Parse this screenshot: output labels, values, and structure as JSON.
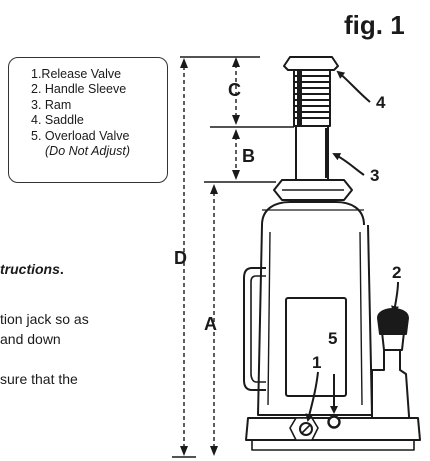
{
  "figure": {
    "title": "fig. 1"
  },
  "legend": {
    "items": [
      "1.Release Valve",
      "2. Handle Sleeve",
      "3. Ram",
      "4. Saddle",
      "5. Overload Valve"
    ],
    "note": "(Do Not Adjust)"
  },
  "text_fragments": {
    "line1": "tructions",
    "line1_end": ".",
    "line2": "tion jack so as",
    "line3": "and down",
    "line4": "sure that the"
  },
  "dimensions": {
    "a": "A",
    "b": "B",
    "c": "C",
    "d": "D"
  },
  "callouts": {
    "c1": "1",
    "c2": "2",
    "c3": "3",
    "c4": "4",
    "c5": "5"
  }
}
